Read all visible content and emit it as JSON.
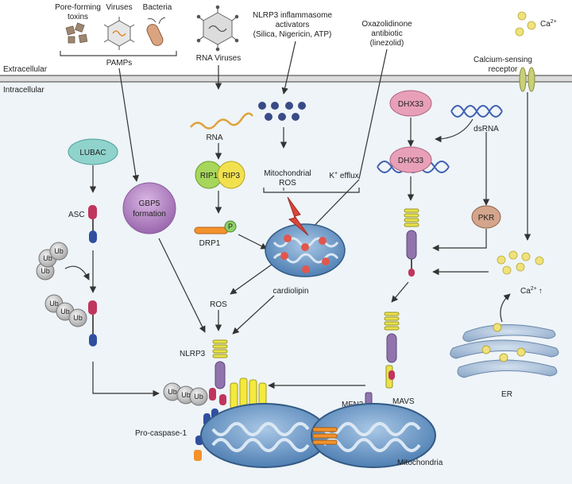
{
  "regions": {
    "extracellular": "Extracellular",
    "intracellular": "Intracellular"
  },
  "top": {
    "pore_forming_toxins_1": "Pore-forming",
    "pore_forming_toxins_2": "toxins",
    "viruses": "Viruses",
    "bacteria": "Bacteria",
    "pamps": "PAMPs",
    "rna_viruses": "RNA Viruses",
    "activators_1": "NLRP3 inflammasome",
    "activators_2": "activators",
    "activators_3": "(Silica, Nigericin, ATP)",
    "oxazolidinone_1": "Oxazolidinone",
    "oxazolidinone_2": "antibiotic",
    "oxazolidinone_3": "(linezolid)",
    "calcium": "Ca",
    "calcium_sup": "2+",
    "casr_1": "Calcium-sensing",
    "casr_2": "receptor"
  },
  "nodes": {
    "lubac": "LUBAC",
    "asc": "ASC",
    "ub": "Ub",
    "gbp5_1": "GBP5",
    "gbp5_2": "formation",
    "rna": "RNA",
    "rip1": "RIP1",
    "rip3": "RIP3",
    "p": "P",
    "drp1": "DRP1",
    "mito_ros_1": "Mitochondrial",
    "mito_ros_2": "ROS",
    "k_efflux_k": "K",
    "k_efflux_sup": "+",
    "k_efflux_rest": " efflux",
    "ros": "ROS",
    "cardiolipin": "cardiolipin",
    "dhx33_a": "DHX33",
    "dhx33_b": "DHX33",
    "dsrna": "dsRNA",
    "pkr": "PKR",
    "ca_up": "Ca",
    "ca_up_sup": "2+",
    "ca_up_arrow": "↑",
    "er": "ER",
    "nlrp3": "NLRP3",
    "pro_caspase": "Pro-caspase-1",
    "mfn2": "MFN2",
    "mavs": "MAVS",
    "mitochondria": "Mitochondria"
  },
  "colors": {
    "membrane": "#c9c9c9",
    "cytoplasm": "#eef4f8",
    "lubac": "#8fd3cc",
    "gbp5": "#b98ac8",
    "rip1": "#a6d65a",
    "drp1": "#f3922b",
    "dhx33": "#e8a0b8",
    "pkr": "#d4a58c",
    "mito": "#5f8fc0",
    "nlrp3_yellow": "#e9e24a",
    "calcium": "#f0e27a",
    "er": "#aec3dc",
    "red_dot": "#e2574c",
    "ros_dot": "#3a4a86"
  }
}
